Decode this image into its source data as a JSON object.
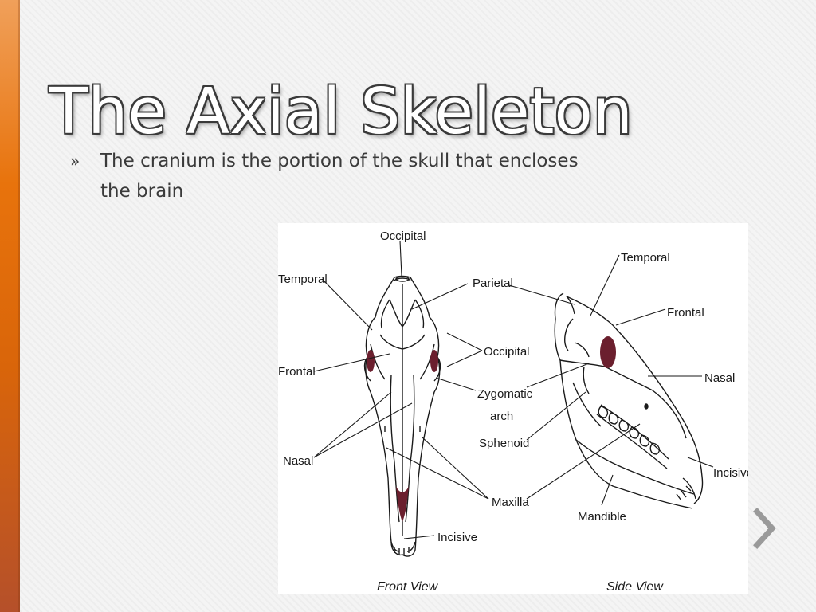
{
  "slide": {
    "title": "The Axial Skeleton",
    "bullet_marker": "»",
    "bullet_text": "The cranium is the portion of the skull that encloses the brain"
  },
  "diagram": {
    "front_labels": {
      "occipital": "Occipital",
      "temporal": "Temporal",
      "parietal": "Parietal",
      "frontal": "Frontal",
      "nasal": "Nasal",
      "occipital_mid": "Occipital",
      "zygomatic_1": "Zygomatic",
      "zygomatic_2": "arch",
      "sphenoid": "Sphenoid",
      "maxilla": "Maxilla",
      "incisive": "Incisive"
    },
    "side_labels": {
      "temporal": "Temporal",
      "frontal": "Frontal",
      "nasal": "Nasal",
      "incisive": "Incisive",
      "mandible": "Mandible"
    },
    "views": {
      "front": "Front View",
      "side": "Side View"
    }
  },
  "colors": {
    "accent_bar": "#e8730c",
    "eye": "#6b1f2e",
    "title_outline": "#3a3a3a"
  },
  "nav": {
    "next_icon": "chevron-right-icon"
  }
}
